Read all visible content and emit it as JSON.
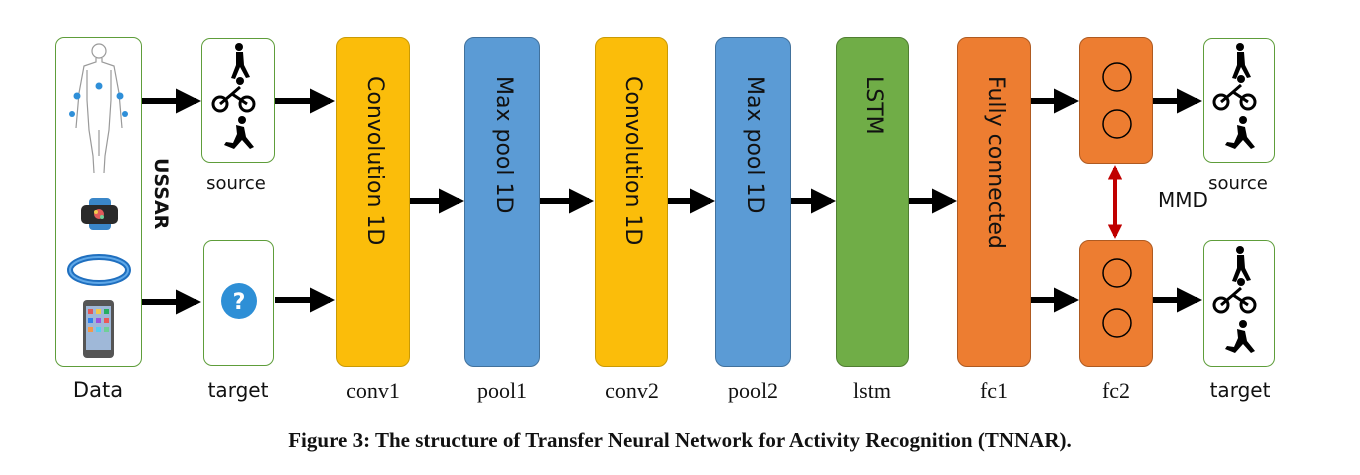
{
  "caption": "Figure 3: The structure of Transfer Neural Network for Activity Recognition (TNNAR).",
  "data_panel": {
    "label": "Data",
    "side_text": "USSAR"
  },
  "input_boxes": {
    "source_label": "source",
    "target_label": "target"
  },
  "layers": [
    {
      "id": "conv1",
      "text": "Convolution 1D",
      "label": "conv1",
      "fill": "#fbbd0a",
      "border": "#c99a05"
    },
    {
      "id": "pool1",
      "text": "Max pool 1D",
      "label": "pool1",
      "fill": "#5b9bd5",
      "border": "#41719c"
    },
    {
      "id": "conv2",
      "text": "Convolution 1D",
      "label": "conv2",
      "fill": "#fbbd0a",
      "border": "#c99a05"
    },
    {
      "id": "pool2",
      "text": "Max pool 1D",
      "label": "pool2",
      "fill": "#5b9bd5",
      "border": "#41719c"
    },
    {
      "id": "lstm",
      "text": "LSTM",
      "label": "lstm",
      "fill": "#70ad47",
      "border": "#507e32"
    },
    {
      "id": "fc1",
      "text": "Fully connected",
      "label": "fc1",
      "fill": "#ed7d31",
      "border": "#ae5a21"
    }
  ],
  "fc2": {
    "label": "fc2",
    "fill": "#ed7d31",
    "border": "#ae5a21"
  },
  "mmd": {
    "text": "MMD",
    "color": "#c00000"
  },
  "output_boxes": {
    "source_label": "source",
    "target_label": "target"
  },
  "colors": {
    "frame_green": "#5e9d3a",
    "arrow": "#000000",
    "question_blue": "#2e8fd6"
  }
}
